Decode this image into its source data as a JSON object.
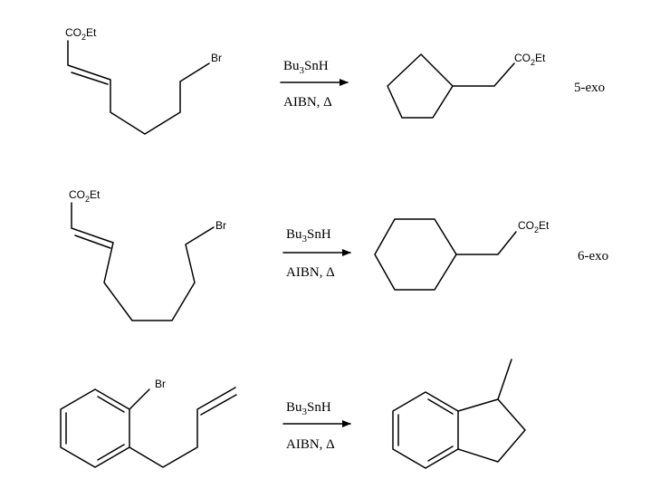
{
  "reactions": [
    {
      "substituent_ester": {
        "main": "CO",
        "sub": "2",
        "rest": "Et"
      },
      "halogen": "Br",
      "reagent": {
        "pre": "Bu",
        "sub": "3",
        "post": "SnH"
      },
      "conditions": "AIBN, Δ",
      "product_ester": {
        "main": "CO",
        "sub": "2",
        "rest": "Et"
      },
      "mode_label": "5-exo"
    },
    {
      "substituent_ester": {
        "main": "CO",
        "sub": "2",
        "rest": "Et"
      },
      "halogen": "Br",
      "reagent": {
        "pre": "Bu",
        "sub": "3",
        "post": "SnH"
      },
      "conditions": "AIBN, Δ",
      "product_ester": {
        "main": "CO",
        "sub": "2",
        "rest": "Et"
      },
      "mode_label": "6-exo"
    },
    {
      "halogen": "Br",
      "reagent": {
        "pre": "Bu",
        "sub": "3",
        "post": "SnH"
      },
      "conditions": "AIBN, Δ"
    }
  ]
}
